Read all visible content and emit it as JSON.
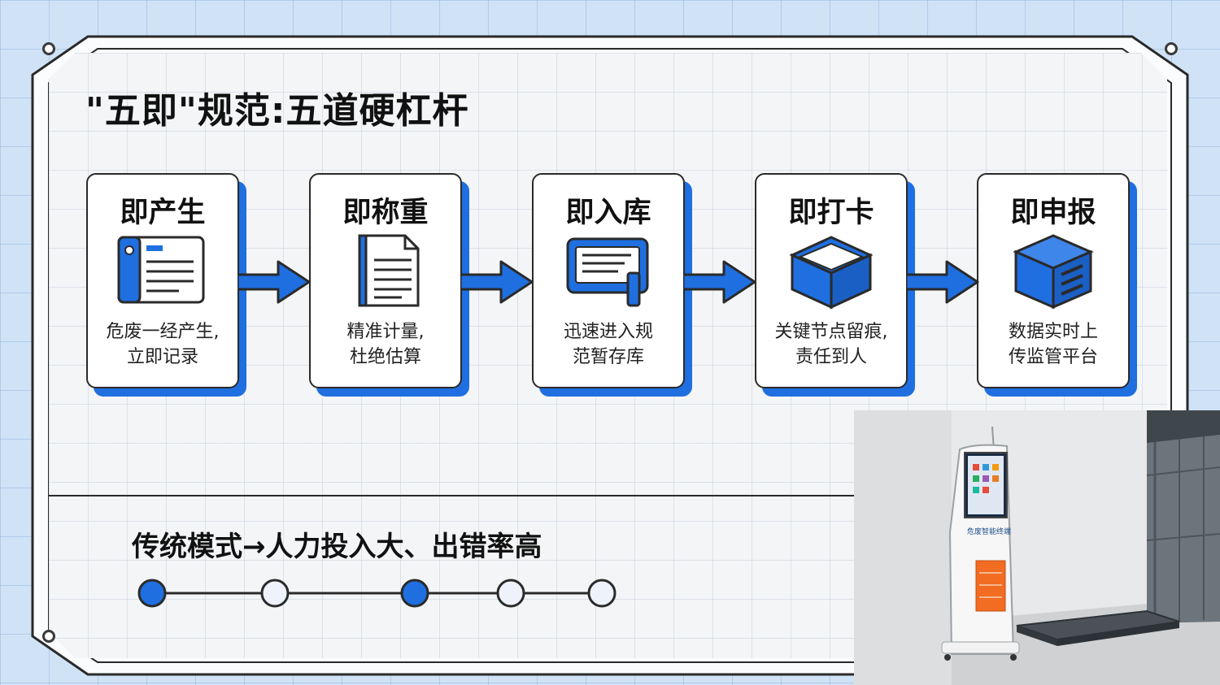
{
  "title": "\"五即\"规范:五道硬杠杆",
  "steps": [
    {
      "title": "即产生",
      "desc_line1": "危废一经产生,",
      "desc_line2": "立即记录",
      "icon": "document-card-icon"
    },
    {
      "title": "即称重",
      "desc_line1": "精准计量,",
      "desc_line2": "杜绝估算",
      "icon": "file-icon"
    },
    {
      "title": "即入库",
      "desc_line1": "迅速进入规",
      "desc_line2": "范暂存库",
      "icon": "storage-screen-icon"
    },
    {
      "title": "即打卡",
      "desc_line1": "关键节点留痕,",
      "desc_line2": "责任到人",
      "icon": "open-box-icon"
    },
    {
      "title": "即申报",
      "desc_line1": "数据实时上",
      "desc_line2": "传监管平台",
      "icon": "server-box-icon"
    }
  ],
  "mode": {
    "text": "传统模式→人力投入大、出错率高"
  },
  "timeline_nodes": [
    {
      "filled": true
    },
    {
      "filled": false
    },
    {
      "filled": true
    },
    {
      "filled": false
    },
    {
      "filled": false
    }
  ],
  "photo": {
    "terminal_label": "危废智能终端"
  },
  "colors": {
    "accent": "#1f6fe0",
    "outline": "#2a2a2a",
    "background": "#cfe2f6"
  }
}
